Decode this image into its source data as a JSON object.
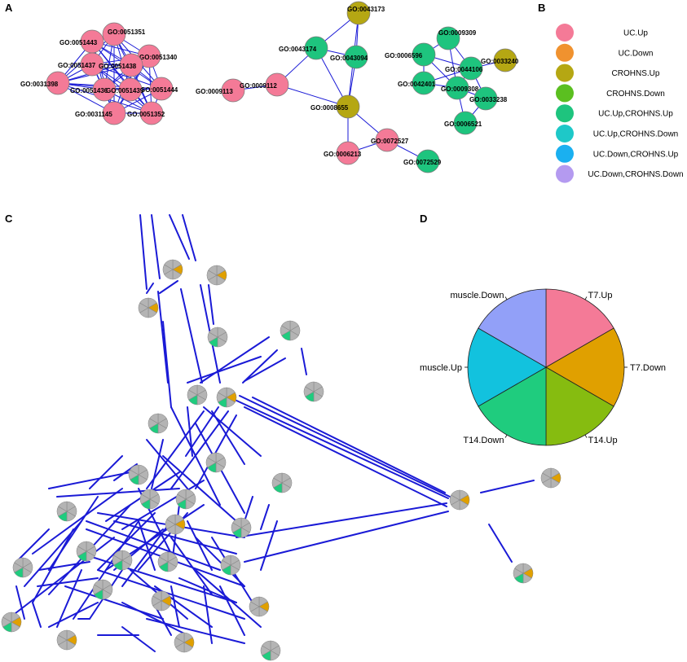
{
  "panels": {
    "a": "A",
    "b": "B",
    "c": "C",
    "d": "D"
  },
  "colors": {
    "UC.Up": "#f47a97",
    "UC.Down": "#f0922f",
    "CROHNS.Up": "#b5a713",
    "CROHNS.Down": "#5bbf20",
    "UC.Up,CROHNS.Up": "#1ec47e",
    "UC.Up,CROHNS.Down": "#1ec8c8",
    "UC.Down,CROHNS.Up": "#1ab0f0",
    "UC.Down,CROHNS.Down": "#b49af0",
    "edge": "#1a1ad6",
    "gray": "#b4b4b4"
  },
  "legend_b": [
    {
      "label": "UC.Up",
      "color": "#f47a97"
    },
    {
      "label": "UC.Down",
      "color": "#f0922f"
    },
    {
      "label": "CROHNS.Up",
      "color": "#b5a713"
    },
    {
      "label": "CROHNS.Down",
      "color": "#5bbf20"
    },
    {
      "label": "UC.Up,CROHNS.Up",
      "color": "#1ec47e"
    },
    {
      "label": "UC.Up,CROHNS.Down",
      "color": "#1ec8c8"
    },
    {
      "label": "UC.Down,CROHNS.Up",
      "color": "#1ab0f0"
    },
    {
      "label": "UC.Down,CROHNS.Down",
      "color": "#b49af0"
    }
  ],
  "network_a": {
    "nodes": [
      {
        "id": "n1",
        "label": "GO:0051351",
        "cat": "UC.Up"
      },
      {
        "id": "n2",
        "label": "GO:0051443",
        "cat": "UC.Up"
      },
      {
        "id": "n3",
        "label": "GO:0051340",
        "cat": "UC.Up"
      },
      {
        "id": "n4",
        "label": "GO:0051437",
        "cat": "UC.Up"
      },
      {
        "id": "n5",
        "label": "GO:0051438",
        "cat": "UC.Up"
      },
      {
        "id": "n6",
        "label": "GO:0031398",
        "cat": "UC.Up"
      },
      {
        "id": "n7",
        "label": "GO:0051444",
        "cat": "UC.Up"
      },
      {
        "id": "n8",
        "label": "GO:0051436",
        "cat": "UC.Up"
      },
      {
        "id": "n9",
        "label": "GO:0051439",
        "cat": "UC.Up"
      },
      {
        "id": "n10",
        "label": "GO:0031145",
        "cat": "UC.Up"
      },
      {
        "id": "n11",
        "label": "GO:0051352",
        "cat": "UC.Up"
      },
      {
        "id": "m1",
        "label": "GO:0043173",
        "cat": "CROHNS.Up"
      },
      {
        "id": "m2",
        "label": "GO:0043174",
        "cat": "UC.Up,CROHNS.Up"
      },
      {
        "id": "m3",
        "label": "GO:0043094",
        "cat": "UC.Up,CROHNS.Up"
      },
      {
        "id": "m4",
        "label": "GO:0009113",
        "cat": "UC.Up"
      },
      {
        "id": "m5",
        "label": "GO:0009112",
        "cat": "UC.Up"
      },
      {
        "id": "m6",
        "label": "GO:0008655",
        "cat": "CROHNS.Up"
      },
      {
        "id": "m7",
        "label": "GO:0072527",
        "cat": "UC.Up"
      },
      {
        "id": "m8",
        "label": "GO:0006213",
        "cat": "UC.Up"
      },
      {
        "id": "m9",
        "label": "GO:0072529",
        "cat": "UC.Up,CROHNS.Up"
      },
      {
        "id": "r1",
        "label": "GO:0009309",
        "cat": "UC.Up,CROHNS.Up"
      },
      {
        "id": "r2",
        "label": "GO:0006596",
        "cat": "UC.Up,CROHNS.Up"
      },
      {
        "id": "r3",
        "label": "GO:0033240",
        "cat": "CROHNS.Up"
      },
      {
        "id": "r4",
        "label": "GO:0044106",
        "cat": "UC.Up,CROHNS.Up"
      },
      {
        "id": "r5",
        "label": "GO:0042401",
        "cat": "UC.Up,CROHNS.Up"
      },
      {
        "id": "r6",
        "label": "GO:0009308",
        "cat": "UC.Up,CROHNS.Up"
      },
      {
        "id": "r7",
        "label": "GO:0033238",
        "cat": "UC.Up,CROHNS.Up"
      },
      {
        "id": "r8",
        "label": "GO:0006521",
        "cat": "UC.Up,CROHNS.Up"
      }
    ]
  },
  "pie_d": {
    "slices": [
      {
        "label": "T7.Up",
        "color": "#f47a97"
      },
      {
        "label": "T7.Down",
        "color": "#e0a000"
      },
      {
        "label": "T14.Up",
        "color": "#86bc10"
      },
      {
        "label": "T14.Down",
        "color": "#1fcc7e"
      },
      {
        "label": "muscle.Up",
        "color": "#12c2de"
      },
      {
        "label": "muscle.Down",
        "color": "#92a0f8"
      }
    ]
  },
  "network_c": {
    "accent_orange": "#e0a000",
    "accent_green": "#1fcc7e"
  }
}
